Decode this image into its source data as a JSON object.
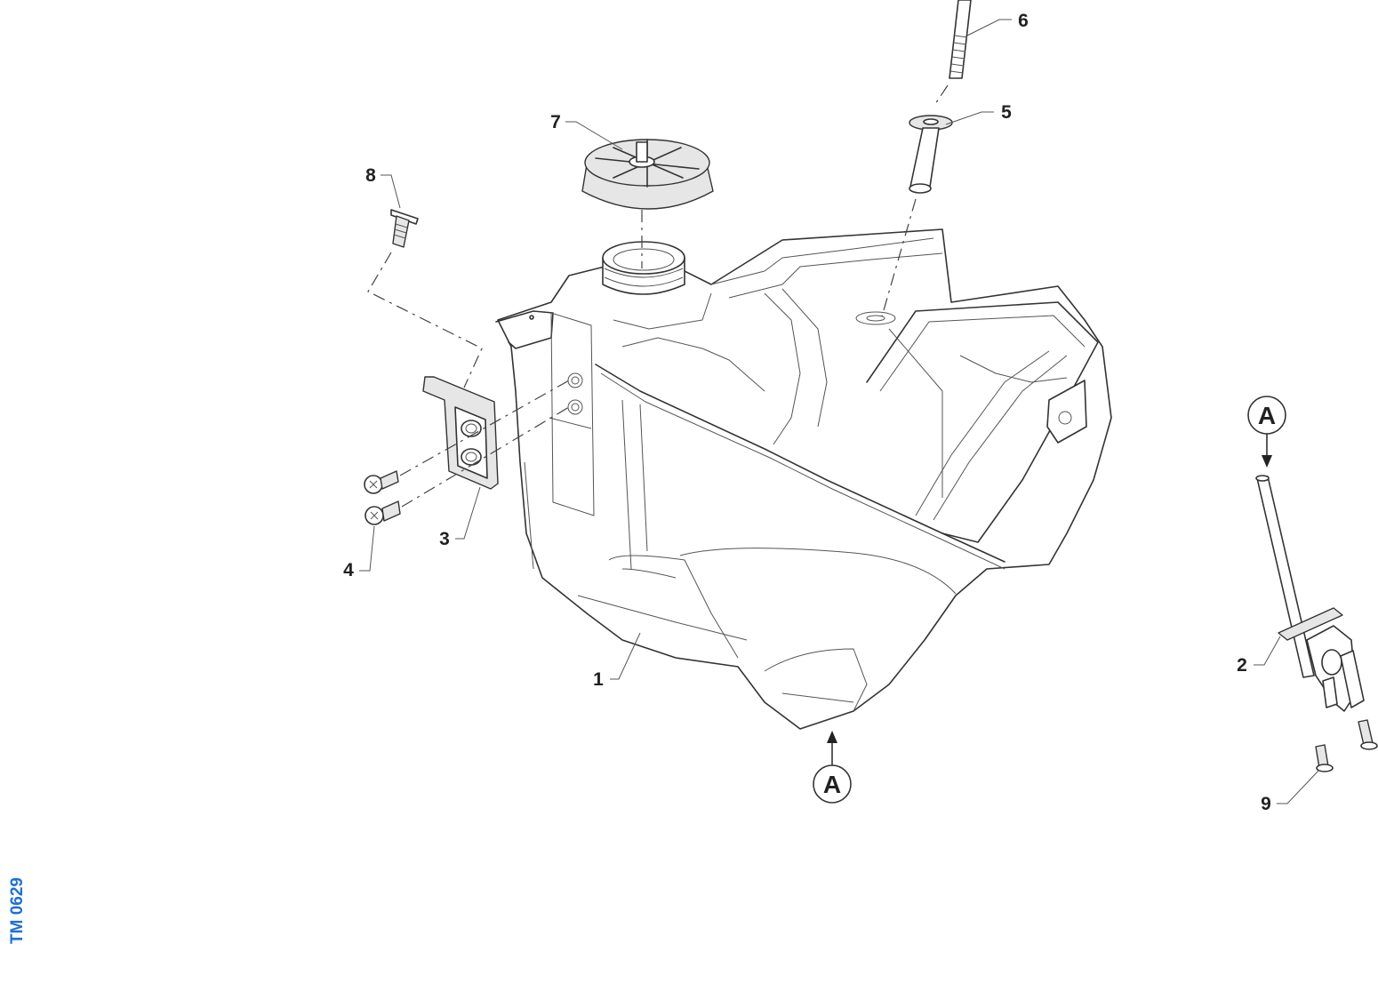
{
  "callouts": {
    "c1": "1",
    "c2": "2",
    "c3": "3",
    "c4": "4",
    "c5": "5",
    "c6": "6",
    "c7": "7",
    "c8": "8",
    "c9": "9"
  },
  "view_marker": {
    "label": "A"
  },
  "document_code": "TM 0629",
  "colors": {
    "line": "#333333",
    "code": "#1e6fd9"
  }
}
